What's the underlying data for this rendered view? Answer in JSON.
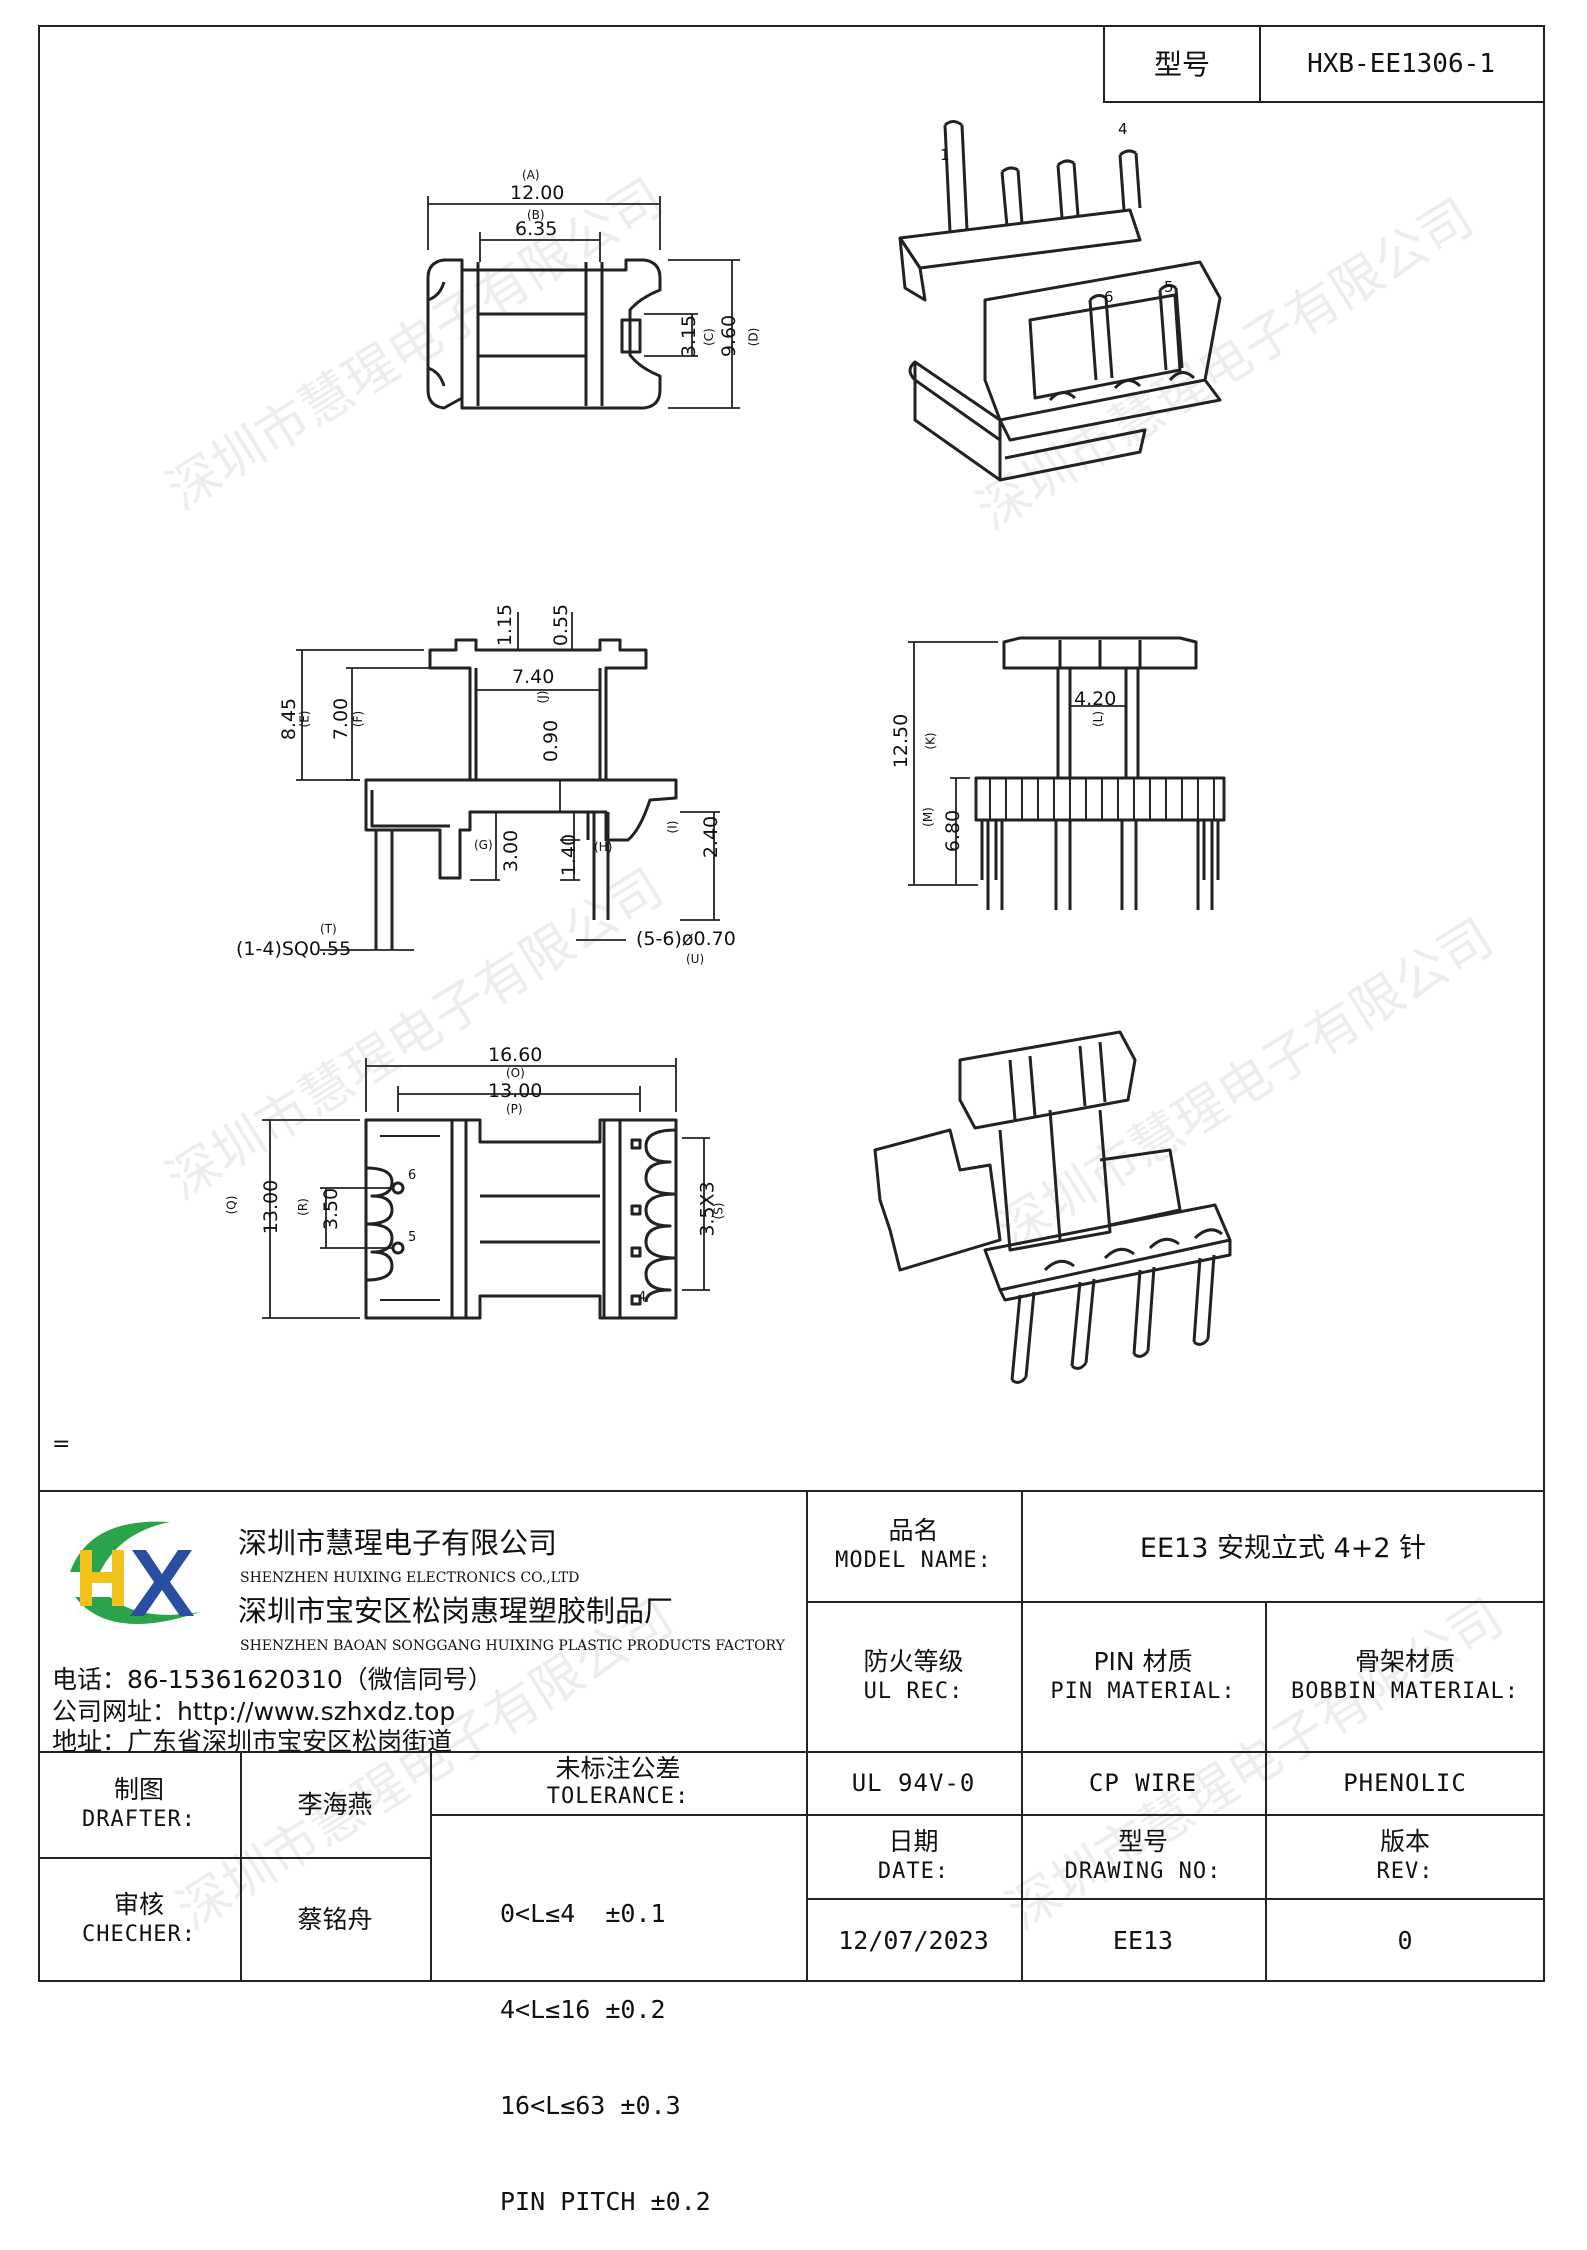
{
  "header": {
    "model_label": "型号",
    "model_value": "HXB-EE1306-1"
  },
  "watermark": "深圳市慧瑆电子有限公司",
  "drawing": {
    "top_view": {
      "dimA": "12.00",
      "tagA": "(A)",
      "dimB": "6.35",
      "tagB": "(B)",
      "dimC": "3.15",
      "tagC": "(C)",
      "dimD": "9.60",
      "tagD": "(D)"
    },
    "iso_top": {
      "pin1": "1",
      "pin4": "4",
      "pin5": "5",
      "pin6": "6"
    },
    "front_view": {
      "d115": "1.15",
      "d055": "0.55",
      "d740": "7.40",
      "tagJ": "(J)",
      "d845": "8.45",
      "tagE": "(E)",
      "d700": "7.00",
      "tagF": "(F)",
      "d090": "0.90",
      "d300": "3.00",
      "tagG": "(G)",
      "d140": "1.40",
      "tagH": "(H)",
      "d240": "2.40",
      "tagI": "(I)",
      "pins_sq": "(1-4)SQ0.55",
      "tagT": "(T)",
      "pins_round": "(5-6)ø0.70",
      "tagU": "(U)"
    },
    "side_view": {
      "d420": "4.20",
      "tagL": "(L)",
      "d1250": "12.50",
      "tagK": "(K)",
      "d680": "6.80",
      "tagM": "(M)"
    },
    "bottom_view": {
      "d1660": "16.60",
      "tagO": "(O)",
      "d1300": "13.00",
      "tagP": "(P)",
      "d1300v": "13.00",
      "tagQ": "(Q)",
      "d350": "3.50",
      "tagR": "(R)",
      "d35x3": "3.5X3",
      "tagS": "(S)",
      "pin6": "6",
      "pin5": "5",
      "pin4": "4"
    }
  },
  "stray_mark": "=",
  "company": {
    "name_cn": "深圳市慧瑆电子有限公司",
    "name_en": "SHENZHEN HUIXING ELECTRONICS CO.,LTD",
    "factory_cn": "深圳市宝安区松岗惠瑆塑胶制品厂",
    "factory_en": "SHENZHEN BAOAN SONGGANG HUIXING PLASTIC PRODUCTS FACTORY",
    "phone": "电话：86-15361620310（微信同号）",
    "website": "公司网址：http://www.szhxdz.top",
    "address": "地址：广东省深圳市宝安区松岗街道",
    "logo_text": "HX"
  },
  "titleblock": {
    "model_name_cn": "品名",
    "model_name_en": "MODEL NAME:",
    "model_name_value": "EE13 安规立式 4+2 针",
    "ul_cn": "防火等级",
    "ul_en": "UL REC:",
    "pin_cn": "PIN 材质",
    "pin_en": "PIN MATERIAL:",
    "bobbin_cn": "骨架材质",
    "bobbin_en": "BOBBIN MATERIAL:",
    "ul_value": "UL 94V-0",
    "pin_value": "CP WIRE",
    "bobbin_value": "PHENOLIC",
    "drafter_cn": "制图",
    "drafter_en": "DRAFTER:",
    "drafter_name": "李海燕",
    "checker_cn": "审核",
    "checker_en": "CHECHER:",
    "checker_name": "蔡铭舟",
    "tol_cn": "未标注公差",
    "tol_en": "TOLERANCE:",
    "tol_rows": [
      "0<L≤4  ±0.1",
      "4<L≤16 ±0.2",
      "16<L≤63 ±0.3",
      "PIN PITCH ±0.2"
    ],
    "date_cn": "日期",
    "date_en": "DATE:",
    "dwg_cn": "型号",
    "dwg_en": "DRAWING NO:",
    "rev_cn": "版本",
    "rev_en": "REV:",
    "date_value": "12/07/2023",
    "dwg_value": "EE13",
    "rev_value": "0"
  },
  "colors": {
    "logo_green": "#2aa34a",
    "logo_yellow": "#f2c21b",
    "logo_blue": "#2a4fa0"
  }
}
